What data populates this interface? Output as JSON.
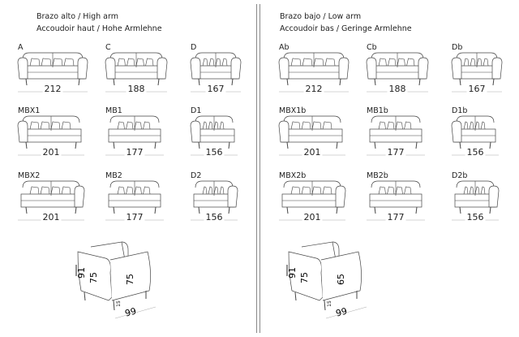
{
  "left_panel": {
    "title_1": "Brazo alto / High arm",
    "title_2": "Accoudoir haut / Hohe Armlehne",
    "modules": [
      {
        "label": "A",
        "dim": "212",
        "arms": "both"
      },
      {
        "label": "C",
        "dim": "188",
        "arms": "both"
      },
      {
        "label": "D",
        "dim": "167",
        "arms": "both"
      },
      {
        "label": "MBX1",
        "dim": "201",
        "arms": "left"
      },
      {
        "label": "MB1",
        "dim": "177",
        "arms": "none"
      },
      {
        "label": "D1",
        "dim": "156",
        "arms": "left"
      },
      {
        "label": "MBX2",
        "dim": "201",
        "arms": "right"
      },
      {
        "label": "MB2",
        "dim": "177",
        "arms": "none"
      },
      {
        "label": "D2",
        "dim": "156",
        "arms": "right"
      }
    ],
    "side_view": {
      "total_height": "91",
      "back_height": "75",
      "arm_height": "75",
      "leg_height": "15",
      "depth": "99"
    }
  },
  "right_panel": {
    "title_1": "Brazo bajo / Low arm",
    "title_2": "Accoudoir bas / Geringe Armlehne",
    "modules": [
      {
        "label": "Ab",
        "dim": "212",
        "arms": "both"
      },
      {
        "label": "Cb",
        "dim": "188",
        "arms": "both"
      },
      {
        "label": "Db",
        "dim": "167",
        "arms": "both"
      },
      {
        "label": "MBX1b",
        "dim": "201",
        "arms": "left"
      },
      {
        "label": "MB1b",
        "dim": "177",
        "arms": "none"
      },
      {
        "label": "D1b",
        "dim": "156",
        "arms": "left"
      },
      {
        "label": "MBX2b",
        "dim": "201",
        "arms": "right"
      },
      {
        "label": "MB2b",
        "dim": "177",
        "arms": "none"
      },
      {
        "label": "D2b",
        "dim": "156",
        "arms": "right"
      }
    ],
    "side_view": {
      "total_height": "91",
      "back_height": "75",
      "arm_height": "65",
      "leg_height": "15",
      "depth": "99"
    }
  }
}
